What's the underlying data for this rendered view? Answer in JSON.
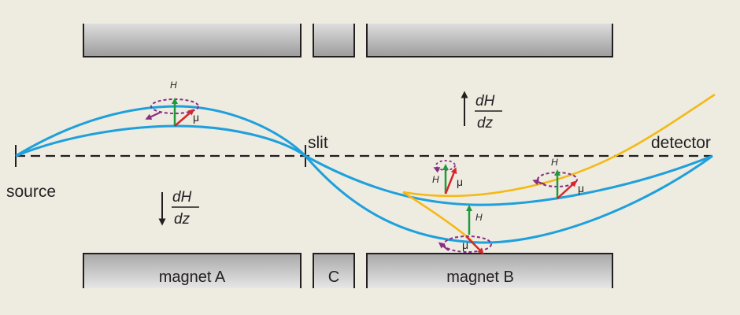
{
  "labels": {
    "source": "source",
    "slit": "slit",
    "detector": "detector",
    "magnet_a": "magnet A",
    "magnet_b": "magnet B",
    "magnet_c": "C"
  },
  "gradients": {
    "upper": {
      "numerator": "dH",
      "denominator": "dz"
    },
    "lower": {
      "numerator": "dH",
      "denominator": "dz"
    }
  },
  "vectors": {
    "field_label": "H",
    "moment_symbol": "μ"
  },
  "colors": {
    "background": "#eeebe1",
    "beam_blue": "#1ea0dc",
    "beam_yellow": "#f5b915",
    "field_green": "#1f9a3c",
    "moment_red": "#d7262b",
    "precession_purple": "#8a2d86",
    "magnet_top": "#cfcfcf",
    "magnet_bottom": "#9a9a9a",
    "ink": "#231f20"
  }
}
